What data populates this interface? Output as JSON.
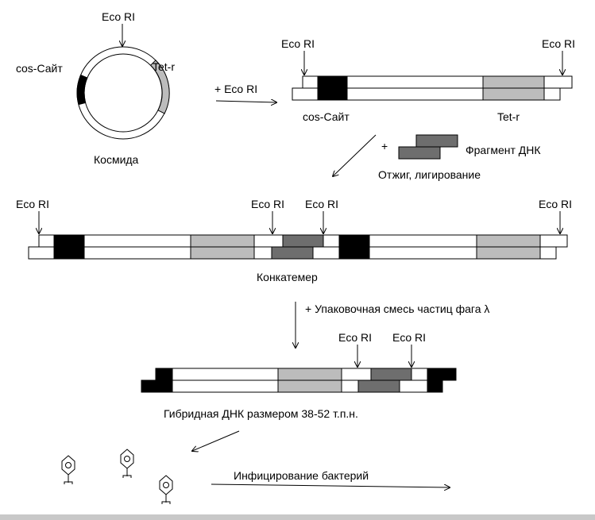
{
  "colors": {
    "background": "#ffffff",
    "cos_site": "#000000",
    "tet_r": "#bcbcbc",
    "dna_fragment": "#6e6e6e",
    "strand": "#ffffff"
  },
  "labels": {
    "eco_ri": "Eco RI",
    "cos_site": "cos-Сайт",
    "tet_r": "Tet-r",
    "cosmid": "Космида",
    "plus_eco_ri": "+ Eco RI",
    "plus": "+",
    "dna_fragment": "Фрагмент ДНК",
    "annealing": "Отжиг, лигирование",
    "concatemer": "Конкатемер",
    "packaging": "+  Упаковочная смесь частиц фага λ",
    "hybrid_dna": "Гибридная ДНК размером 38-52 т.п.н.",
    "infection": "Инфицирование бактерий"
  }
}
